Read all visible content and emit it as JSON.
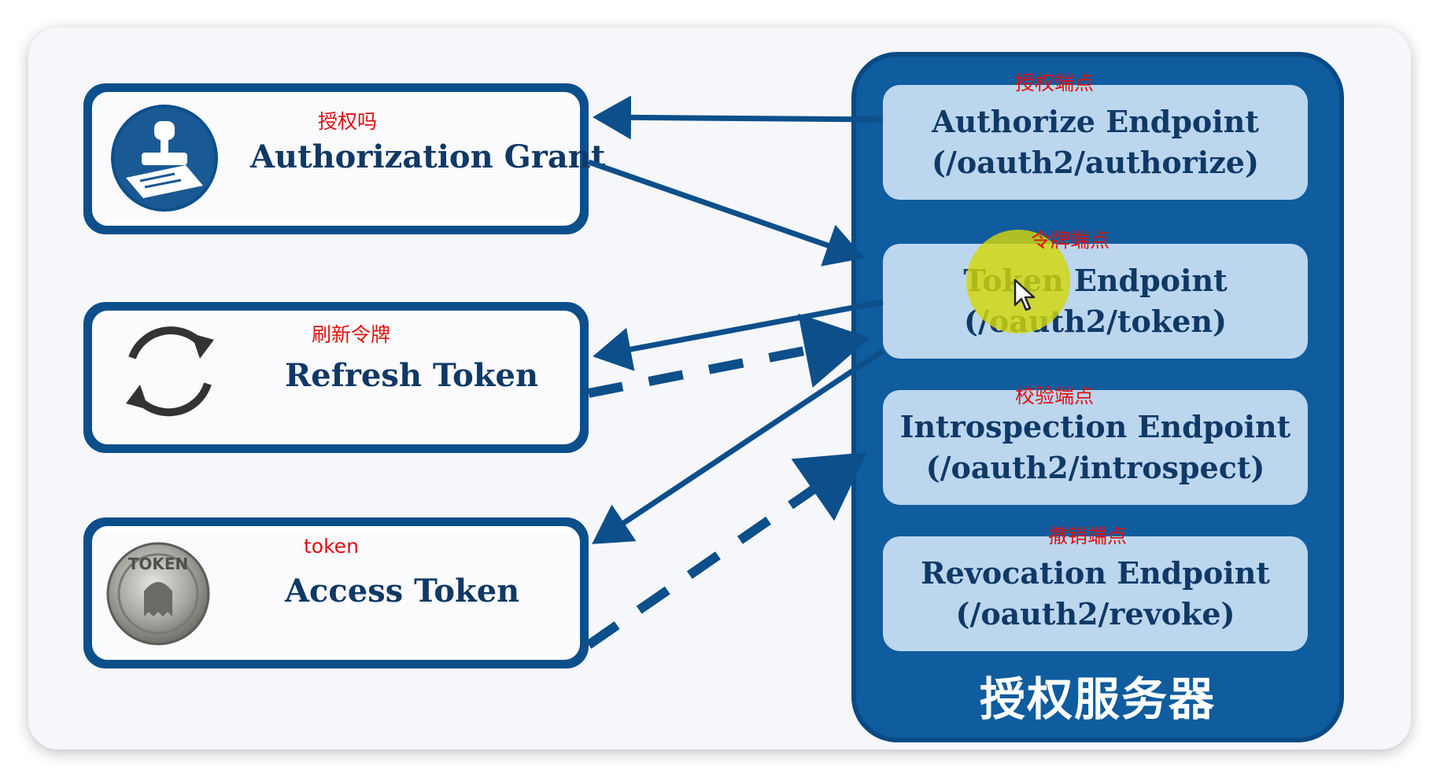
{
  "left_boxes": {
    "grant": {
      "title": "Authorization Grant",
      "annotation": "授权吗"
    },
    "refresh": {
      "title": "Refresh Token",
      "annotation": "刷新令牌"
    },
    "access": {
      "title": "Access Token",
      "annotation": "token",
      "coin_text": "TOKEN"
    }
  },
  "server": {
    "title": "授权服务器",
    "endpoints": [
      {
        "name": "Authorize Endpoint",
        "path": "(/oauth2/authorize)",
        "annotation": "授权端点"
      },
      {
        "name": "Token Endpoint",
        "path": "(/oauth2/token)",
        "annotation": "令牌端点"
      },
      {
        "name": "Introspection Endpoint",
        "path": "(/oauth2/introspect)",
        "annotation": "校验端点"
      },
      {
        "name": "Revocation Endpoint",
        "path": "(/oauth2/revoke)",
        "annotation": "撤销端点"
      }
    ]
  },
  "colors": {
    "primary": "#0d4f8b",
    "endpoint_fill": "#bcd6ee",
    "annotation": "#e01010",
    "cursor_highlight": "#d2d70a"
  }
}
